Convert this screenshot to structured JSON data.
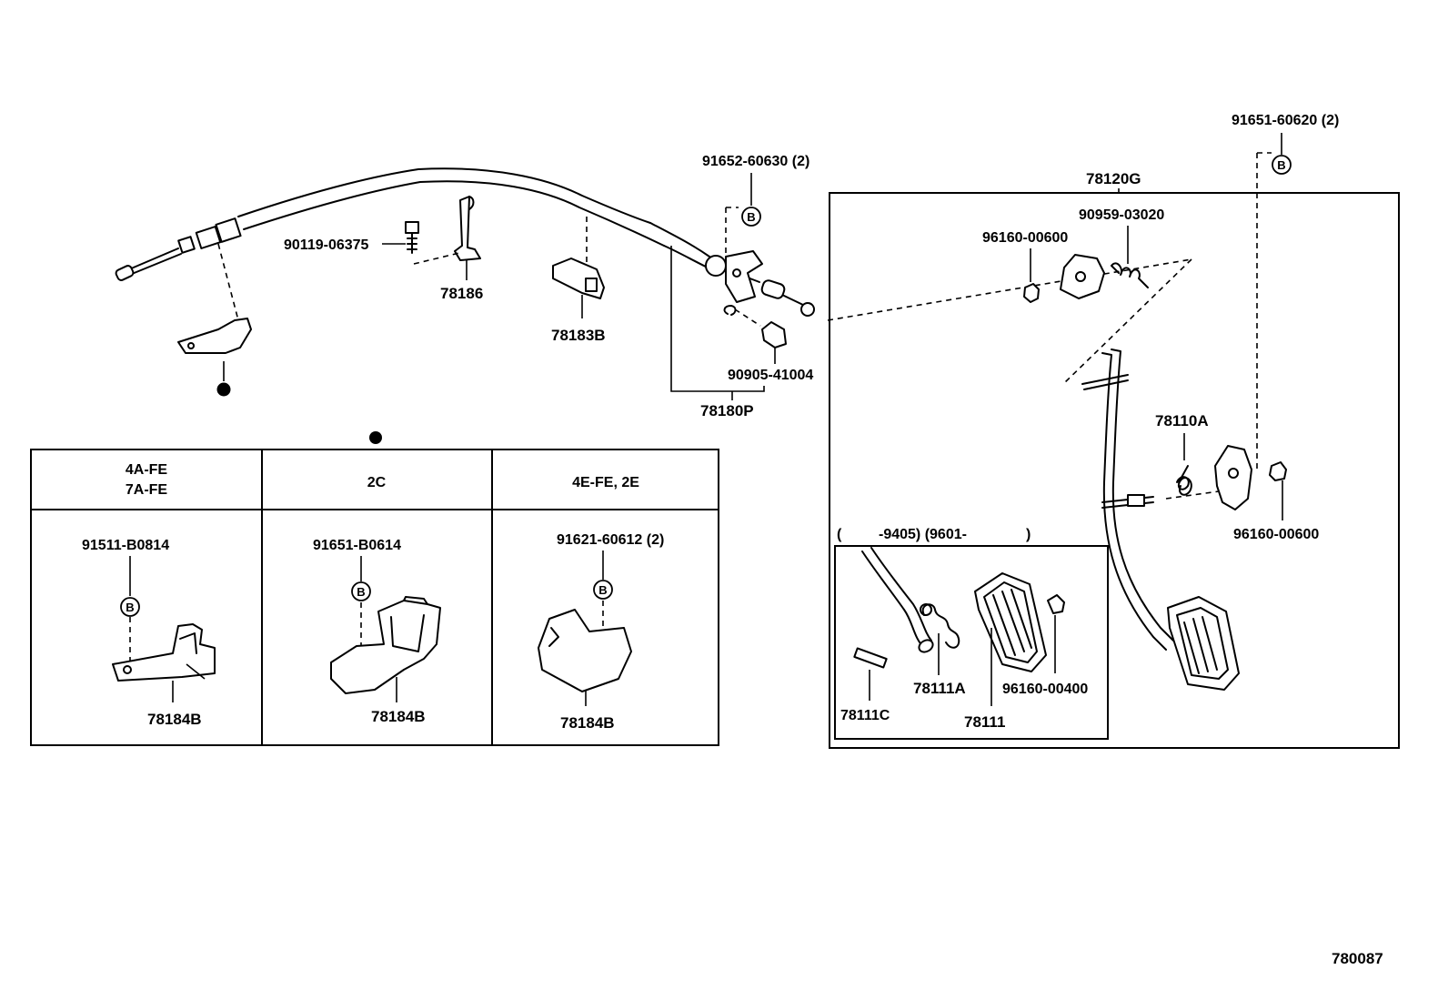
{
  "diagram_id": "780087",
  "symbol_letter": "B",
  "labels": {
    "p90119": "90119-06375",
    "p78186": "78186",
    "p78183b": "78183B",
    "p91652": "91652-60630 (2)",
    "p90905": "90905-41004",
    "p78180p": "78180P",
    "p78120g": "78120G",
    "p91651_top": "91651-60620 (2)",
    "p96160_top": "96160-00600",
    "p90959": "90959-03020",
    "p78110a": "78110A",
    "p96160_right": "96160-00600"
  },
  "engine_table": {
    "columns": [
      {
        "header_line1": "4A-FE",
        "header_line2": "7A-FE",
        "bolt": "91511-B0814",
        "part": "78184B"
      },
      {
        "header_line1": "2C",
        "header_line2": "",
        "bolt": "91651-B0614",
        "part": "78184B"
      },
      {
        "header_line1": "4E-FE, 2E",
        "header_line2": "",
        "bolt": "91621-60612 (2)",
        "part": "78184B"
      }
    ]
  },
  "inset": {
    "period_open": "(",
    "period_a": "-9405) (9601-",
    "period_close": ")",
    "p78111c": "78111C",
    "p78111a": "78111A",
    "p78111": "78111",
    "p96160_00400": "96160-00400"
  }
}
